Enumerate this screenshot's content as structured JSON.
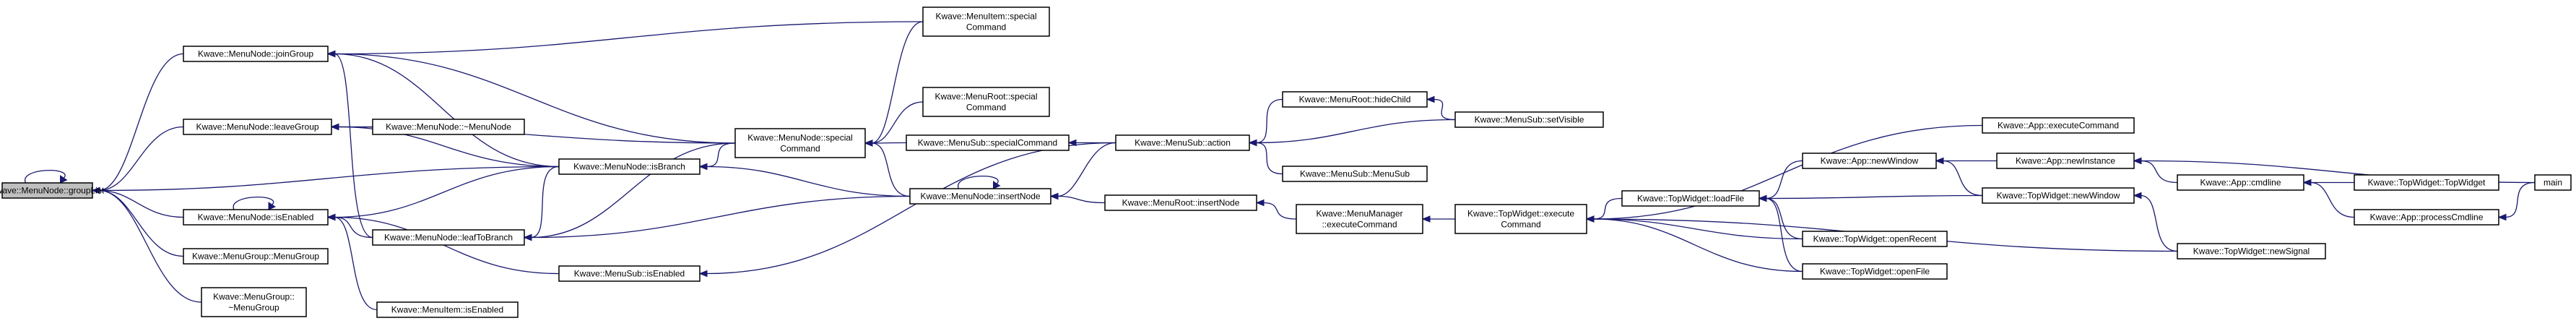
{
  "graph": {
    "title": "",
    "colors": {
      "edge": "#191970",
      "root_fill": "#bfbfbf",
      "node_fill": "#ffffff",
      "node_stroke": "#000000"
    },
    "nodes": [
      {
        "id": "groupList",
        "lines": [
          "Kwave::MenuNode::groupList"
        ],
        "root": true
      },
      {
        "id": "joinGroup",
        "lines": [
          "Kwave::MenuNode::joinGroup"
        ]
      },
      {
        "id": "leaveGroup",
        "lines": [
          "Kwave::MenuNode::leaveGroup"
        ]
      },
      {
        "id": "isEnabledNode",
        "lines": [
          "Kwave::MenuNode::isEnabled"
        ]
      },
      {
        "id": "menuGroupCtor",
        "lines": [
          "Kwave::MenuGroup::MenuGroup"
        ]
      },
      {
        "id": "menuGroupDtor",
        "lines": [
          "Kwave::MenuGroup::",
          "~MenuGroup"
        ]
      },
      {
        "id": "menuNodeDtor",
        "lines": [
          "Kwave::MenuNode::~MenuNode"
        ]
      },
      {
        "id": "leafToBranch",
        "lines": [
          "Kwave::MenuNode::leafToBranch"
        ]
      },
      {
        "id": "menuItemIsEnabled",
        "lines": [
          "Kwave::MenuItem::isEnabled"
        ]
      },
      {
        "id": "isBranch",
        "lines": [
          "Kwave::MenuNode::isBranch"
        ]
      },
      {
        "id": "menuSubIsEnabled",
        "lines": [
          "Kwave::MenuSub::isEnabled"
        ]
      },
      {
        "id": "nodeSpecialCommand",
        "lines": [
          "Kwave::MenuNode::special",
          "Command"
        ]
      },
      {
        "id": "insertNodeNode",
        "lines": [
          "Kwave::MenuNode::insertNode"
        ]
      },
      {
        "id": "itemSpecialCommand",
        "lines": [
          "Kwave::MenuItem::special",
          "Command"
        ]
      },
      {
        "id": "rootSpecialCommand",
        "lines": [
          "Kwave::MenuRoot::special",
          "Command"
        ]
      },
      {
        "id": "subSpecialCommand",
        "lines": [
          "Kwave::MenuSub::specialCommand"
        ]
      },
      {
        "id": "subAction",
        "lines": [
          "Kwave::MenuSub::action"
        ]
      },
      {
        "id": "rootInsertNode",
        "lines": [
          "Kwave::MenuRoot::insertNode"
        ]
      },
      {
        "id": "rootHideChild",
        "lines": [
          "Kwave::MenuRoot::hideChild"
        ]
      },
      {
        "id": "subMenuSub",
        "lines": [
          "Kwave::MenuSub::MenuSub"
        ]
      },
      {
        "id": "subSetVisible",
        "lines": [
          "Kwave::MenuSub::setVisible"
        ]
      },
      {
        "id": "managerExecuteCommand",
        "lines": [
          "Kwave::MenuManager",
          "::executeCommand"
        ]
      },
      {
        "id": "topExecuteCommand",
        "lines": [
          "Kwave::TopWidget::execute",
          "Command"
        ]
      },
      {
        "id": "topLoadFile",
        "lines": [
          "Kwave::TopWidget::loadFile"
        ]
      },
      {
        "id": "appNewWindow",
        "lines": [
          "Kwave::App::newWindow"
        ]
      },
      {
        "id": "appExecuteCommand",
        "lines": [
          "Kwave::App::executeCommand"
        ]
      },
      {
        "id": "topOpenRecent",
        "lines": [
          "Kwave::TopWidget::openRecent"
        ]
      },
      {
        "id": "topOpenFile",
        "lines": [
          "Kwave::TopWidget::openFile"
        ]
      },
      {
        "id": "appNewInstance",
        "lines": [
          "Kwave::App::newInstance"
        ]
      },
      {
        "id": "topNewWindow",
        "lines": [
          "Kwave::TopWidget::newWindow"
        ]
      },
      {
        "id": "appCmdline",
        "lines": [
          "Kwave::App::cmdline"
        ]
      },
      {
        "id": "topNewSignal",
        "lines": [
          "Kwave::TopWidget::newSignal"
        ]
      },
      {
        "id": "topTopWidget",
        "lines": [
          "Kwave::TopWidget::TopWidget"
        ]
      },
      {
        "id": "appProcessCmdline",
        "lines": [
          "Kwave::App::processCmdline"
        ]
      },
      {
        "id": "main",
        "lines": [
          "main"
        ]
      }
    ]
  }
}
